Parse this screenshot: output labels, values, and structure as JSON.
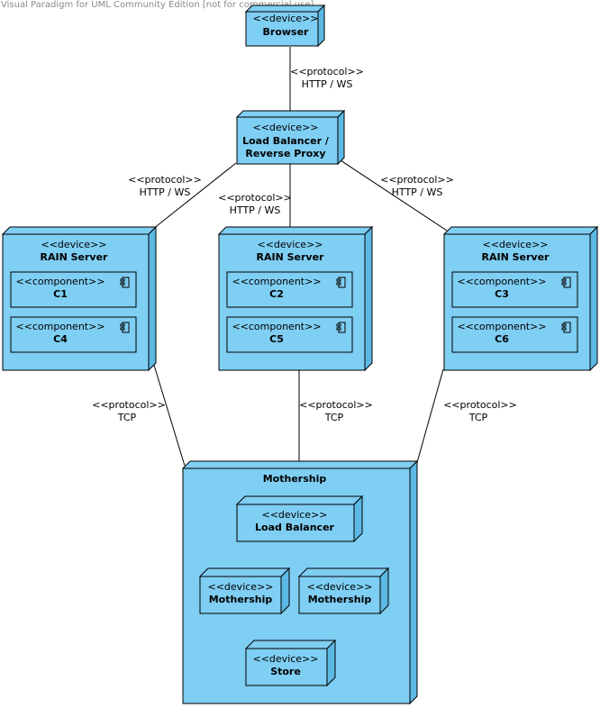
{
  "watermark": "Visual Paradigm for UML Community Edition [not for commercial use]",
  "stereotypes": {
    "device": "<<device>>",
    "component": "<<component>>",
    "protocol": "<<protocol>>"
  },
  "protocols": {
    "http_ws": "HTTP / WS",
    "tcp": "TCP"
  },
  "nodes": {
    "browser": "Browser",
    "load_balancer_line1": "Load Balancer /",
    "load_balancer_line2": "Reverse Proxy",
    "rain_server": "RAIN Server",
    "mothership": "Mothership",
    "mothership_lb": "Load Balancer",
    "mothership_instance": "Mothership",
    "store": "Store"
  },
  "components": [
    "C1",
    "C4",
    "C2",
    "C5",
    "C3",
    "C6"
  ],
  "colors": {
    "fill": "#7fcef3",
    "side": "#5cb8e4",
    "stroke": "#000000"
  }
}
